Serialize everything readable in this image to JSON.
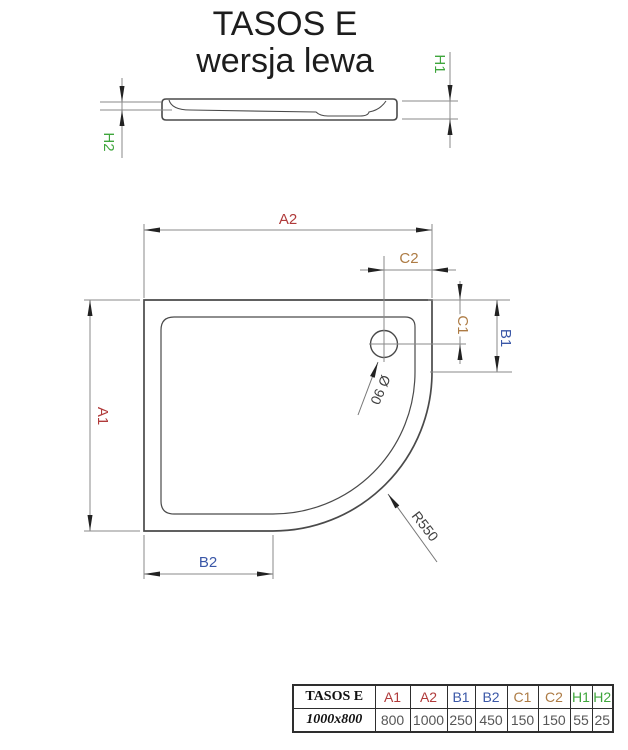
{
  "title": {
    "line1": "TASOS E",
    "line2": "wersja lewa"
  },
  "labels": {
    "a1": "A1",
    "a2": "A2",
    "b1": "B1",
    "b2": "B2",
    "c1": "C1",
    "c2": "C2",
    "h1": "H1",
    "h2": "H2",
    "drain_diameter": "Ø 90",
    "corner_radius": "R550"
  },
  "table": {
    "model": "TASOS E",
    "size": "1000x800",
    "headers": [
      "A1",
      "A2",
      "B1",
      "B2",
      "C1",
      "C2",
      "H1",
      "H2"
    ],
    "values": [
      "800",
      "1000",
      "250",
      "450",
      "150",
      "150",
      "55",
      "25"
    ]
  },
  "colors": {
    "a_dims": "#b03a3a",
    "b_dims": "#3a57a7",
    "c_dims": "#ad7b44",
    "h_dims": "#3fa63c",
    "values_text": "#565656",
    "outline": "#4a4a4a",
    "dim_lines": "#8a8a8a",
    "arrowheads": "#222222"
  }
}
